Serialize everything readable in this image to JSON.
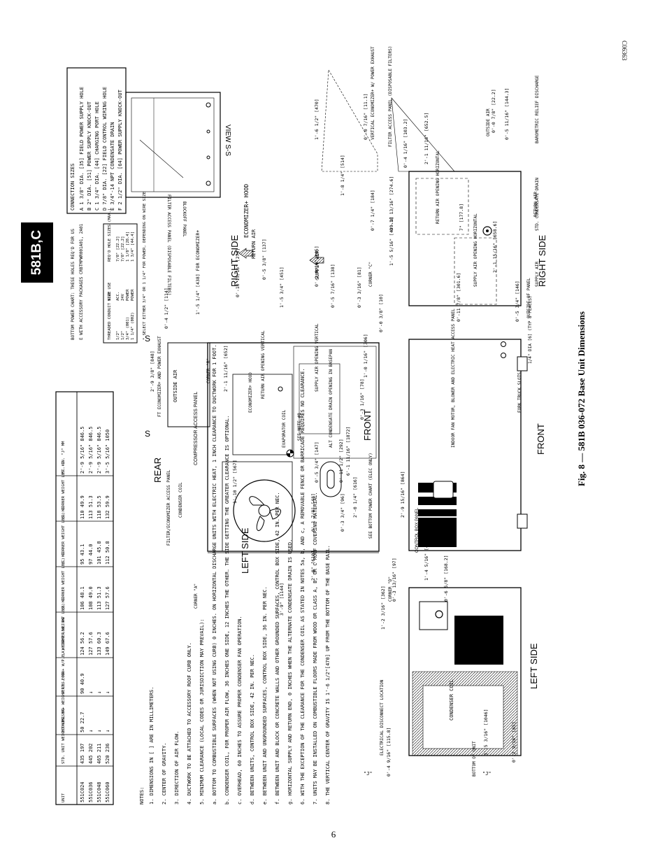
{
  "header": {
    "tab_label": "581B,C",
    "figure_id": "C06363"
  },
  "caption": "Fig. 8 — 581B 036-072 Base Unit Dimensions",
  "page_number": "6",
  "weights_table": {
    "headers": [
      "UNIT",
      "STD. UNIT WEIGHT LBS. KG",
      "ECONOMISER+ WEIGHT LBS. KG",
      "VERT. ECON+ W/P.E. WEIGHT LBS. KG",
      "(A) CORNER WEIGHT LBS. KG",
      "(B) CORNER WEIGHT LBS. KG",
      "(C) CORNER WEIGHT LBS. KG",
      "(D) CORNER WEIGHT LBS. KG",
      "FT.-IN. \"J\" MM"
    ],
    "rows": [
      [
        "551C024",
        "435 197",
        "50 22.7",
        "90 40.9",
        "124 56.2",
        "106 48.1",
        "95 43.1",
        "110 49.9",
        "2'-9 5/16\" 846.5"
      ],
      [
        "551C036",
        "445 202",
        "↓",
        "↓",
        "127 57.6",
        "108 49.0",
        "97 44.0",
        "113 51.3",
        "2'-9 5/16\" 846.5"
      ],
      [
        "551C048",
        "465 211",
        "↓",
        "↓",
        "133 60.3",
        "113 51.3",
        "101 45.8",
        "118 53.5",
        "2'-9 5/16\" 846.5"
      ],
      [
        "551C060",
        "520 236",
        "↓",
        "↓",
        "149 67.6",
        "127 57.6",
        "112 50.8",
        "132 59.9",
        "3'-5 5/16\" 1050"
      ]
    ]
  },
  "notes": {
    "title": "NOTES:",
    "items": [
      "1. DIMENSIONS IN [ ] ARE IN MILLIMETERS.",
      "2. CENTER OF GRAVITY.",
      "3. DIRECTION OF AIR FLOW.",
      "4. DUCTWORK TO BE ATTACHED TO ACCESSORY ROOF CURB ONLY.",
      "5. MINIMUM CLEARANCE (LOCAL CODES OR JURISDICTION MAY PREVAIL):",
      "a. BOTTOM TO COMBUSTIBLE SURFACES (WHEN NOT USING CURB) 0 INCHES. ON HORIZONTAL DISCHARGE UNITS WITH ELECTRIC HEAT, 1 INCH CLEARANCE TO DUCTWORK FOR 1 FOOT.",
      "b. CONDENSER COIL, FOR PROPER AIR FLOW, 36 INCHES ONE SIDE, 12 INCHES THE OTHER. THE SIDE GETTING THE GREATER CLEARANCE IS OPTIONAL.",
      "c. OVERHEAD, 60 INCHES TO ASSURE PROPER CONDENSER FAN OPERATION.",
      "d. BETWEEN UNITS, CONTROL BOX SIDE, 42 IN. PER NEC.",
      "e. BETWEEN UNIT AND UNGROUNDED SURFACES, CONTROL BOX SIDE, 36 IN. PER NEC.",
      "f. BETWEEN UNIT AND BLOCK OR CONCRETE WALLS AND OTHER GROUNDED SURFACES, CONTROL BOX SIDE, 42 IN. PER NEC.",
      "g. HORIZONTAL SUPPLY AND RETURN END, 0 INCHES WHEN THE ALTERNATE CONDENSATE DRAIN IS USED.",
      "6. WITH THE EXCEPTION OF THE CLEARANCE FOR THE CONDENSER COIL AS STATED IN NOTES 5a, b, AND c, A REMOVABLE FENCE OR BARRICADE REQUIRES NO CLEARANCE.",
      "7. UNITS MAY BE INSTALLED ON COMBUSTIBLE FLOORS MADE FROM WOOD OR CLASS A, B, OR C ROOF COVERING MATERIAL.",
      "8. THE VERTICAL CENTER OF GRAVITY IS 1'-6 1/2\"[470] UP FROM THE BOTTOM OF THE BASE RAIL."
    ]
  },
  "connection_sizes": {
    "title": "CONNECTION SIZES",
    "rows": [
      "A 1 3/8\" DIA. [35] FIELD POWER SUPPLY HOLE",
      "B 2\" DIA. [51] POWER SUPPLY KNOCK-OUT",
      "C 1 3/4\" DIA. [44] CHARGING PORT HOLE",
      "D 7/8\" DIA. [22] FIELD CONTROL WIRING HOLE",
      "E 3/4\"-14 NPT CONDENSATE DRAIN",
      "F 2 1/2\" DIA. [64] POWER SUPPLY KNOCK-OUT"
    ]
  },
  "bottom_power_chart": {
    "title": "BOTTOM POWER CHART: THESE HOLES REQ'D FOR USE WITH ACCESSORY PACKAGES CRBTMPWR001A01, 2A01",
    "headers": [
      "THREADED CONDUIT SIZE",
      "WIRE USE",
      "REQ'D HOLE SIZES (MAX.)"
    ],
    "rows": [
      [
        "1/2\"",
        "ACC.",
        "7/8\" [22.2]"
      ],
      [
        "1/2\"",
        "24V",
        "7/8\" [22.2]"
      ],
      [
        "3/4\" (001)",
        "POWER",
        "1 1/8\" [28.4]"
      ],
      [
        "1 1/4\" (002)",
        "POWER",
        "1 3/4\" [44.4]"
      ]
    ],
    "footnote": "* SELECT EITHER 3/4\" OR 1 1/4\" FOR POWER, DEPENDING ON WIRE SIZE"
  },
  "labels": {
    "rear": "REAR",
    "left_side": "LEFT SIDE",
    "right_side": "RIGHT SIDE",
    "front": "FRONT",
    "view_ss": "VIEW S-S",
    "outside_air": "OUTSIDE AIR",
    "return_air": "RETURN AIR",
    "supply_air": "SUPPLY AIR",
    "corner_a": "CORNER \"A\"",
    "corner_b": "CORNER \"B\"",
    "corner_c": "CORNER \"C\"",
    "corner_d": "CORNER \"D\"",
    "filter_access": "FILTER/ECONOMIZER ACCESS PANEL",
    "condenser_coil": "CONDENSER COIL",
    "compressor_access": "COMPRESSOR ACCESS PANEL",
    "evaporator_coil": "EVAPORATOR COIL",
    "economizer_hood": "ECONOMIZER+ HOOD",
    "return_air_opening_v": "RETURN AIR OPENING VERTICAL",
    "supply_air_opening_v": "SUPPLY AIR OPENING VERTICAL",
    "see_note_8": "SEE NOTE #8",
    "alt_condensate": "ALT CONDENSATE DRAIN OPENING IN BASEPAN",
    "see_bottom_power": "SEE BOTTOM POWER CHART (ELEC ONLY)",
    "control_box": "CONTROL BOX PANEL",
    "indoor_fan": "INDOOR FAN MOTOR, BLOWER AND ELECTRIC HEAT ACCESS PANEL",
    "fork_truck": "FORK TRUCK SLOTS",
    "dia_1_4": "1/4\" DIA [6] (TYP 8 PLACES)",
    "electrical_disconnect": "ELECTRICAL DISCONNECT LOCATION",
    "bottom_of_unit": "BOTTOM OF UNIT",
    "filter_panel_rs": "FILTER ACCESS PANEL (DISPOSABLE FILTERS)",
    "blockoff": "BLOCKOFF PANEL",
    "vertical_economizer": "VERTICAL ECONOMIZER+ W/ POWER EXHAUST",
    "filter_access_panel2": "FILTER ACCESS PANEL (DISPOSABLE FILTERS)",
    "return_air_opening_h": "RETURN AIR OPENING HORIZONTAL",
    "supply_air_opening_h": "SUPPLY AIR OPENING HORIZONTAL",
    "barometric": "BAROMETRIC RELIEF DISCHARGE",
    "std_condensate": "STD. CONDENSATE DRAIN",
    "outside_of_panel": "OUTSIDE OF PANEL",
    "ecoflow": "FT ECONOMIZER+ AND POWER EXHAUST"
  },
  "dimensions": {
    "d1": "2'-9 3/8\" [848]",
    "d2": "0'-4 1/2\" [114]",
    "d3": "1'-5 1/4\" [438] FOR ECONOMIZER+",
    "d4": "0'-10 15/16\" [278]",
    "d5": "1'-5 3/4\" [451]",
    "d6": "0'-5 7/16\" [138]",
    "d7": "0'-3 3/16\" [81]",
    "d8": "0'-0 3/8\" [10]",
    "d9": "2'-1 11/16\" [652]",
    "d10": "1'-0 1/16\" [306]",
    "d11": "6'-1 11/16\" [1872]",
    "d12": "0'-3 1/16\" [78]",
    "d13": "0'-5 3/4\" [147]",
    "d14": "0'-11 1/2\" [292]",
    "d15": "1'-10 1/2\" [567]",
    "d16": "2'-0 1/4\" [616]",
    "d17": "2'-9 15/16\" [864]",
    "d18": "0'-1 7/8\" [48]",
    "d19": "0'-3 3/4\" [96]",
    "d20": "2'-0\" [610]",
    "d21": "3'-9\" [1144]",
    "d22": "0'-3 13/16\" [97]",
    "d23": "1'-4 5/16\" [414.5]",
    "d24": "0'-6 5/8\" [168.2]",
    "d25": "1'-2 3/16\" [362]",
    "d26": "0'-4 9/16\" [115.8]",
    "d27": "3'-5 3/16\" [1046]",
    "d28": "0'-2 9/16\" [65]",
    "d29": "1'-6 1/2\" [470]",
    "d30": "1'-8 1/4\" [514]",
    "d31": "0'-4 1/16\" [103.2]",
    "d32": "2'-1 11/16\" [652.5]",
    "d33": "0'-10 13/16\" [274.6]",
    "d34": "0'-7 1/4\" [184]",
    "d35": "1'-5 5/16\" [439.1]",
    "d36": "2'-1 15/16\" [658.6]",
    "d37": "0'-11 7/8\" [301.6]",
    "d38": "0'-5 3/4\" [146]",
    "d39": "0'-5 11/16\" [144.3]",
    "d40": "0'-0 7/8\" [22.2]",
    "d41": "7\" [177.8]",
    "d42": "0'-2 9/16\" [65]",
    "d43": "0'-0 7/16\" [11.1]",
    "d44": "0'-5 3/8\" [137]"
  },
  "view_markers": {
    "s": "S",
    "j": "\"J\""
  }
}
